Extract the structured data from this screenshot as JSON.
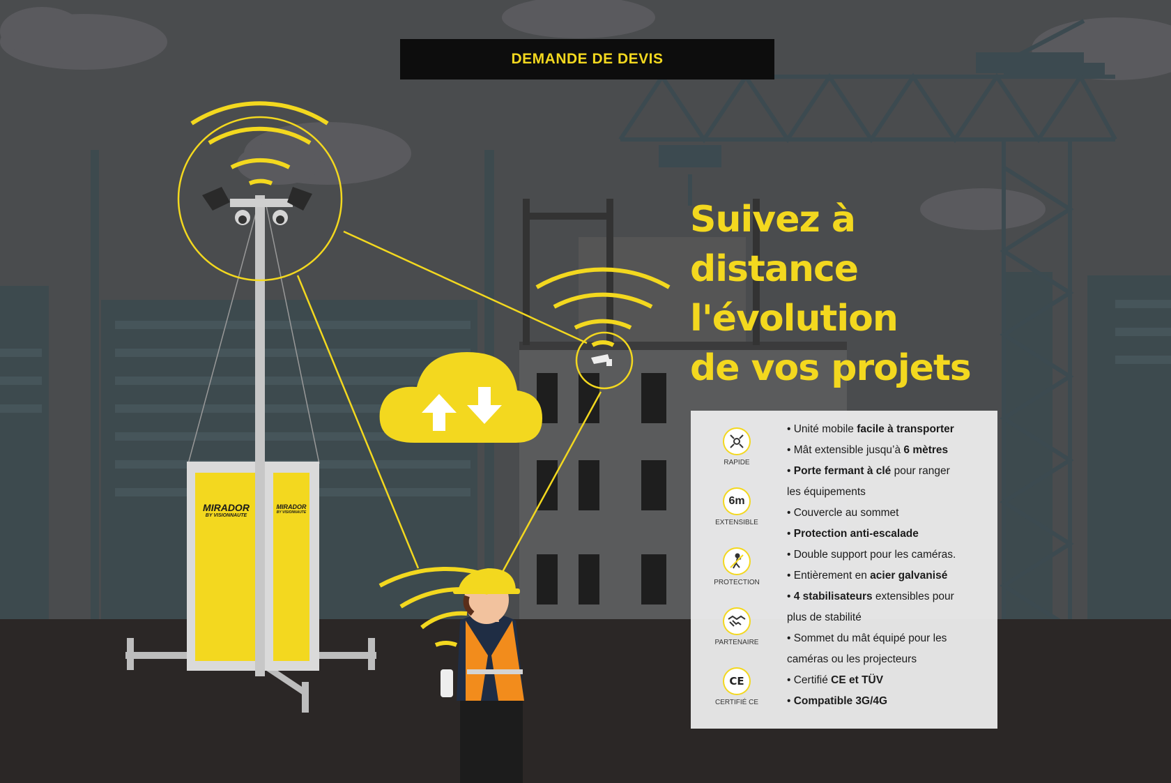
{
  "cta": {
    "label": "DEMANDE DE DEVIS"
  },
  "headline": {
    "lines": [
      "Suivez à",
      "distance",
      "l'évolution",
      "de vos projets"
    ]
  },
  "brand": {
    "name": "MIRADOR",
    "tagline": "BY VISIONNAUTE"
  },
  "badges": [
    {
      "label": "RAPIDE",
      "icon": "tools-icon"
    },
    {
      "label": "EXTENSIBLE",
      "icon": "6m-icon",
      "icon_text": "6m"
    },
    {
      "label": "PROTECTION",
      "icon": "anti-climb-icon"
    },
    {
      "label": "PARTENAIRE",
      "icon": "handshake-icon"
    },
    {
      "label": "CERTIFIÉ CE",
      "icon": "ce-icon",
      "icon_text": "CE"
    }
  ],
  "features": [
    {
      "pre": "• Unité mobile ",
      "bold": "facile à transporter",
      "post": ""
    },
    {
      "pre": "• Mât extensible jusqu’à ",
      "bold": "6 mètres",
      "post": ""
    },
    {
      "pre": "• ",
      "bold": "Porte fermant à clé",
      "post": " pour ranger"
    },
    {
      "pre": "les équipements",
      "bold": "",
      "post": ""
    },
    {
      "pre": "• Couvercle au sommet",
      "bold": "",
      "post": ""
    },
    {
      "pre": "• ",
      "bold": "Protection anti-escalade",
      "post": ""
    },
    {
      "pre": "• Double support pour les caméras.",
      "bold": "",
      "post": ""
    },
    {
      "pre": "• Entièrement en ",
      "bold": "acier galvanisé",
      "post": ""
    },
    {
      "pre": "• ",
      "bold": "4 stabilisateurs",
      "post": " extensibles pour"
    },
    {
      "pre": "plus de stabilité",
      "bold": "",
      "post": ""
    },
    {
      "pre": "• Sommet du mât équipé pour les",
      "bold": "",
      "post": ""
    },
    {
      "pre": "caméras ou les projecteurs",
      "bold": "",
      "post": ""
    },
    {
      "pre": "• Certifié ",
      "bold": "CE et TÜV",
      "post": ""
    },
    {
      "pre": "• ",
      "bold": "Compatible 3G/4G",
      "post": ""
    }
  ],
  "colors": {
    "accent_yellow": "#f3d81f",
    "sky": "#4a4c4e",
    "ground": "#2b2726",
    "panel": "#ececec",
    "cta_bg": "#0d0d0d"
  },
  "icons": [
    "wifi-signal-icon",
    "cloud-sync-icon",
    "security-camera-icon",
    "dome-camera-icon",
    "smartphone-icon"
  ]
}
